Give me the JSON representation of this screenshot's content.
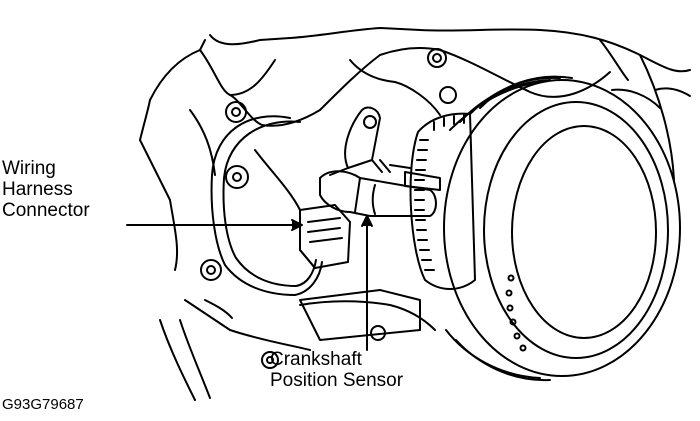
{
  "labels": {
    "wiring_harness_connector": [
      "Wiring",
      "Harness",
      "Connector"
    ],
    "crankshaft_position_sensor": [
      "Crankshaft",
      "Position Sensor"
    ]
  },
  "figure_id": "G93G79687",
  "colors": {
    "ink": "#000000",
    "paper": "#ffffff"
  }
}
